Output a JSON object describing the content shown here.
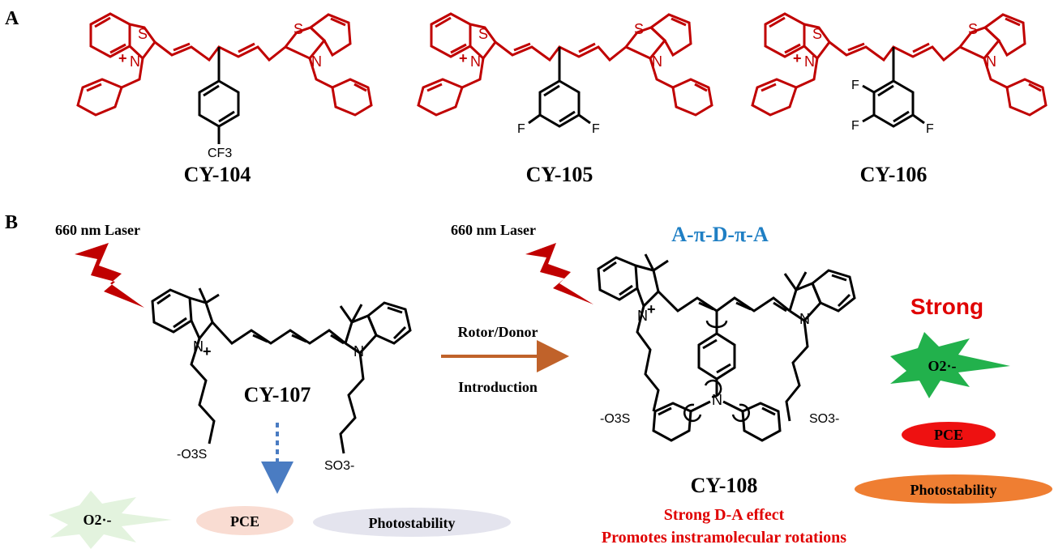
{
  "panels": {
    "a_label": "A",
    "b_label": "B"
  },
  "compounds": {
    "cy104": "CY-104",
    "cy105": "CY-105",
    "cy106": "CY-106",
    "cy107": "CY-107",
    "cy108": "CY-108"
  },
  "atoms": {
    "s": "S",
    "n": "N",
    "f": "F",
    "plus": "+",
    "cf3": "CF3",
    "so3_left": "-O3S",
    "so3_right": "SO3-"
  },
  "panel_b": {
    "laser_left": "660 nm Laser",
    "laser_right": "660 nm Laser",
    "arch_title": "A-π-D-π-A",
    "arrow_top": "Rotor/Donor",
    "arrow_bottom": "Introduction",
    "strong": "Strong",
    "o2_label": "O2·-",
    "pce": "PCE",
    "photostability": "Photostability",
    "effect1": "Strong D-A effect",
    "effect2": "Promotes instramolecular rotations"
  },
  "colors": {
    "red": "#c00000",
    "blue": "#1f7fc4",
    "brown": "#c0622a",
    "green": "#22b14c",
    "orange": "#ef7e32",
    "faded_green": "#e3f3de",
    "faded_pink": "#f9dcd2",
    "faded_gray": "#e4e4ee"
  }
}
